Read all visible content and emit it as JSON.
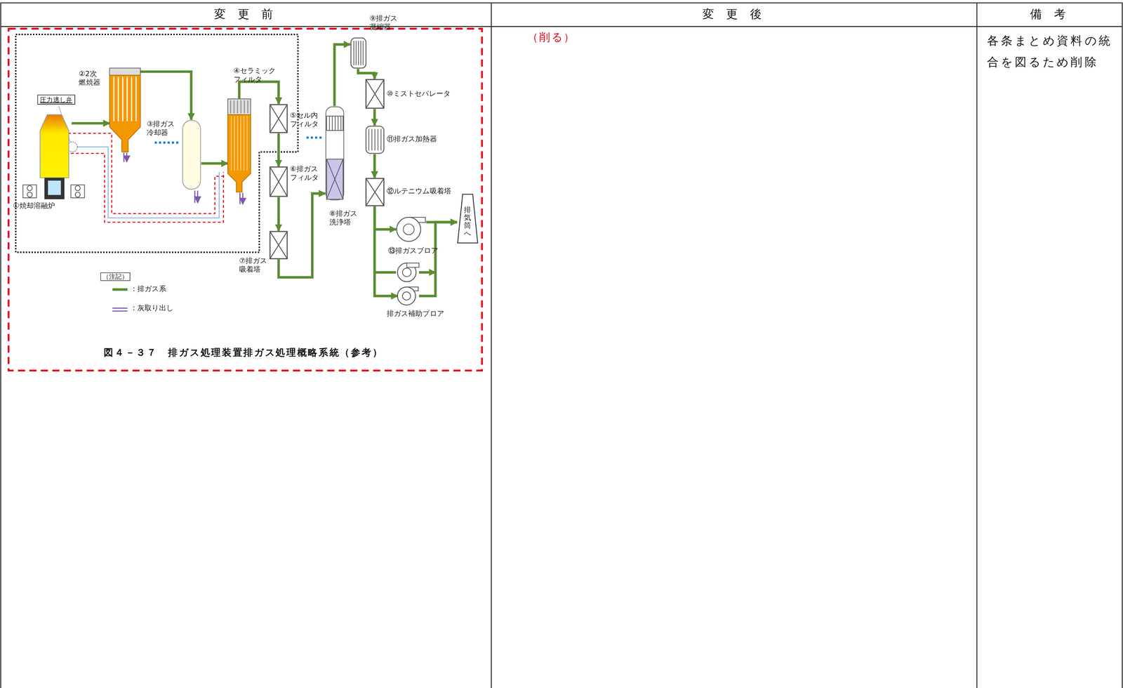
{
  "diagram": {
    "caption": "図４－３７　排ガス処理装置排ガス処理概略系統（参考）",
    "nodes": [
      {
        "text": [
          "①焼却溶融炉"
        ]
      },
      {
        "text": [
          "圧力逃し弁"
        ]
      },
      {
        "text": [
          "②2次 燃焼器"
        ]
      },
      {
        "text": [
          "③排ガス 冷却器"
        ]
      },
      {
        "text": [
          "④セラミック フィルタ"
        ]
      },
      {
        "text": [
          "⑤セル内 フィルタ"
        ]
      },
      {
        "text": [
          "⑥排ガス フィルタ"
        ]
      },
      {
        "text": [
          "⑦排ガス 吸着塔"
        ]
      },
      {
        "text": [
          "⑧排ガス 洗浄塔"
        ]
      },
      {
        "text": [
          "⑨排ガス 凝縮器"
        ]
      },
      {
        "text": [
          "⑩ミストセパレータ"
        ]
      },
      {
        "text": [
          "⑪排ガス加熱器"
        ]
      },
      {
        "text": [
          "⑫ルテニウム吸着塔"
        ]
      },
      {
        "text": [
          "⑬排ガスブロア"
        ]
      },
      {
        "text": [
          "排ガス補助ブロア"
        ]
      },
      {
        "text": [
          "排気筒へ"
        ]
      }
    ],
    "edges": [
      {
        "from": 0,
        "to": 2,
        "arrow": "to"
      },
      {
        "from": 2,
        "to": 3,
        "arrow": "to"
      },
      {
        "from": 3,
        "to": 4,
        "arrow": "to"
      },
      {
        "from": 4,
        "to": 5,
        "arrow": "to"
      },
      {
        "from": 5,
        "to": 6,
        "arrow": "to"
      },
      {
        "from": 6,
        "to": 7,
        "arrow": "to"
      },
      {
        "from": 7,
        "to": 8,
        "arrow": "to"
      },
      {
        "from": 8,
        "to": 9,
        "arrow": "to"
      },
      {
        "from": 9,
        "to": 10,
        "arrow": "to"
      },
      {
        "from": 10,
        "to": 11,
        "arrow": "to"
      },
      {
        "from": 11,
        "to": 12,
        "arrow": "to"
      },
      {
        "from": 12,
        "to": 13,
        "arrow": "to"
      },
      {
        "from": 12,
        "to": 14,
        "arrow": "to"
      },
      {
        "from": 13,
        "to": 15,
        "arrow": "to"
      },
      {
        "from": 14,
        "to": 15,
        "arrow": "to"
      }
    ],
    "labels": [
      "変 更 前",
      "変 更 後",
      "備 考",
      "（削る）",
      "各条まとめ資料の統合を図るため削除",
      "（注記）"
    ],
    "legend": [
      {
        "text": "：排ガス系"
      },
      {
        "text": "：灰取り出し"
      }
    ]
  }
}
